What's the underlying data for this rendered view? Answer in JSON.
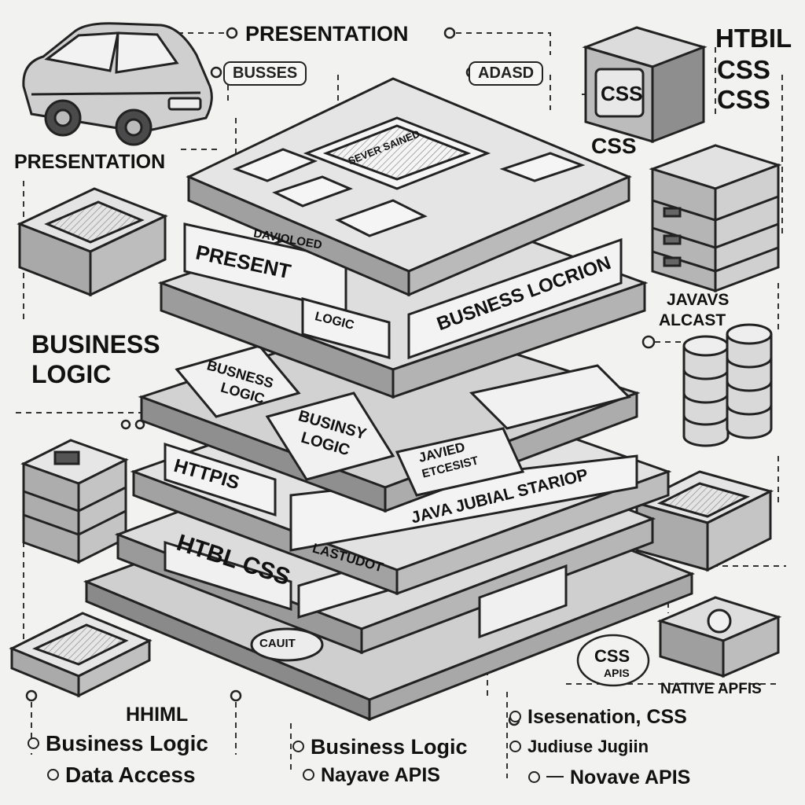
{
  "labels": {
    "top_center": "PRESENTATION",
    "top_right_1": "HTBIL",
    "top_right_2": "CSS",
    "top_right_3": "CSS",
    "cube_css": "CSS",
    "under_cube_css": "CSS",
    "left_presentation": "PRESENTATION",
    "left_business_1": "BUSINESS",
    "left_business_2": "LOGIC",
    "right_java_1": "JAVAVS",
    "right_java_2": "ALCAST",
    "pill_busses": "BUSSES",
    "pill_adasd": "ADASD",
    "css_apis_1": "CSS",
    "css_apis_2": "APIS",
    "native_apis": "NATIVE APFIS"
  },
  "layers": {
    "top_screen": "SEVER SAINED",
    "layer2_present": "PRESENT",
    "layer2_logic": "LOGIC",
    "layer2_business": "BUSNESS LOCRION",
    "layer2_tab": "DAVIOLOED",
    "layer3_business": "BUSNESS",
    "layer3_logic": "LOGIC",
    "layer3_business_logic_1": "BUSINSY",
    "layer3_business_logic_2": "LOGIC",
    "layer3_java_1": "JAVIED",
    "layer3_java_2": "ETCESIST",
    "layer4_html": "HTTPIS",
    "layer4_java": "JAVA JUBIAL STARIOP",
    "layer5_htbl": "HTBL CSS",
    "layer5_lastudot": "LASTUDOT",
    "layer6_bottom": "CAUIT"
  },
  "legend_left": {
    "row1": "HHIML",
    "row2": "Business Logic",
    "row3": "Data Access"
  },
  "legend_center": {
    "row1": "Business Logic",
    "row2": "Nayave APIS"
  },
  "legend_right": {
    "row1": "Isesenation, CSS",
    "row2": "Judiuse Jugiin",
    "row3": "Novave APIS"
  }
}
